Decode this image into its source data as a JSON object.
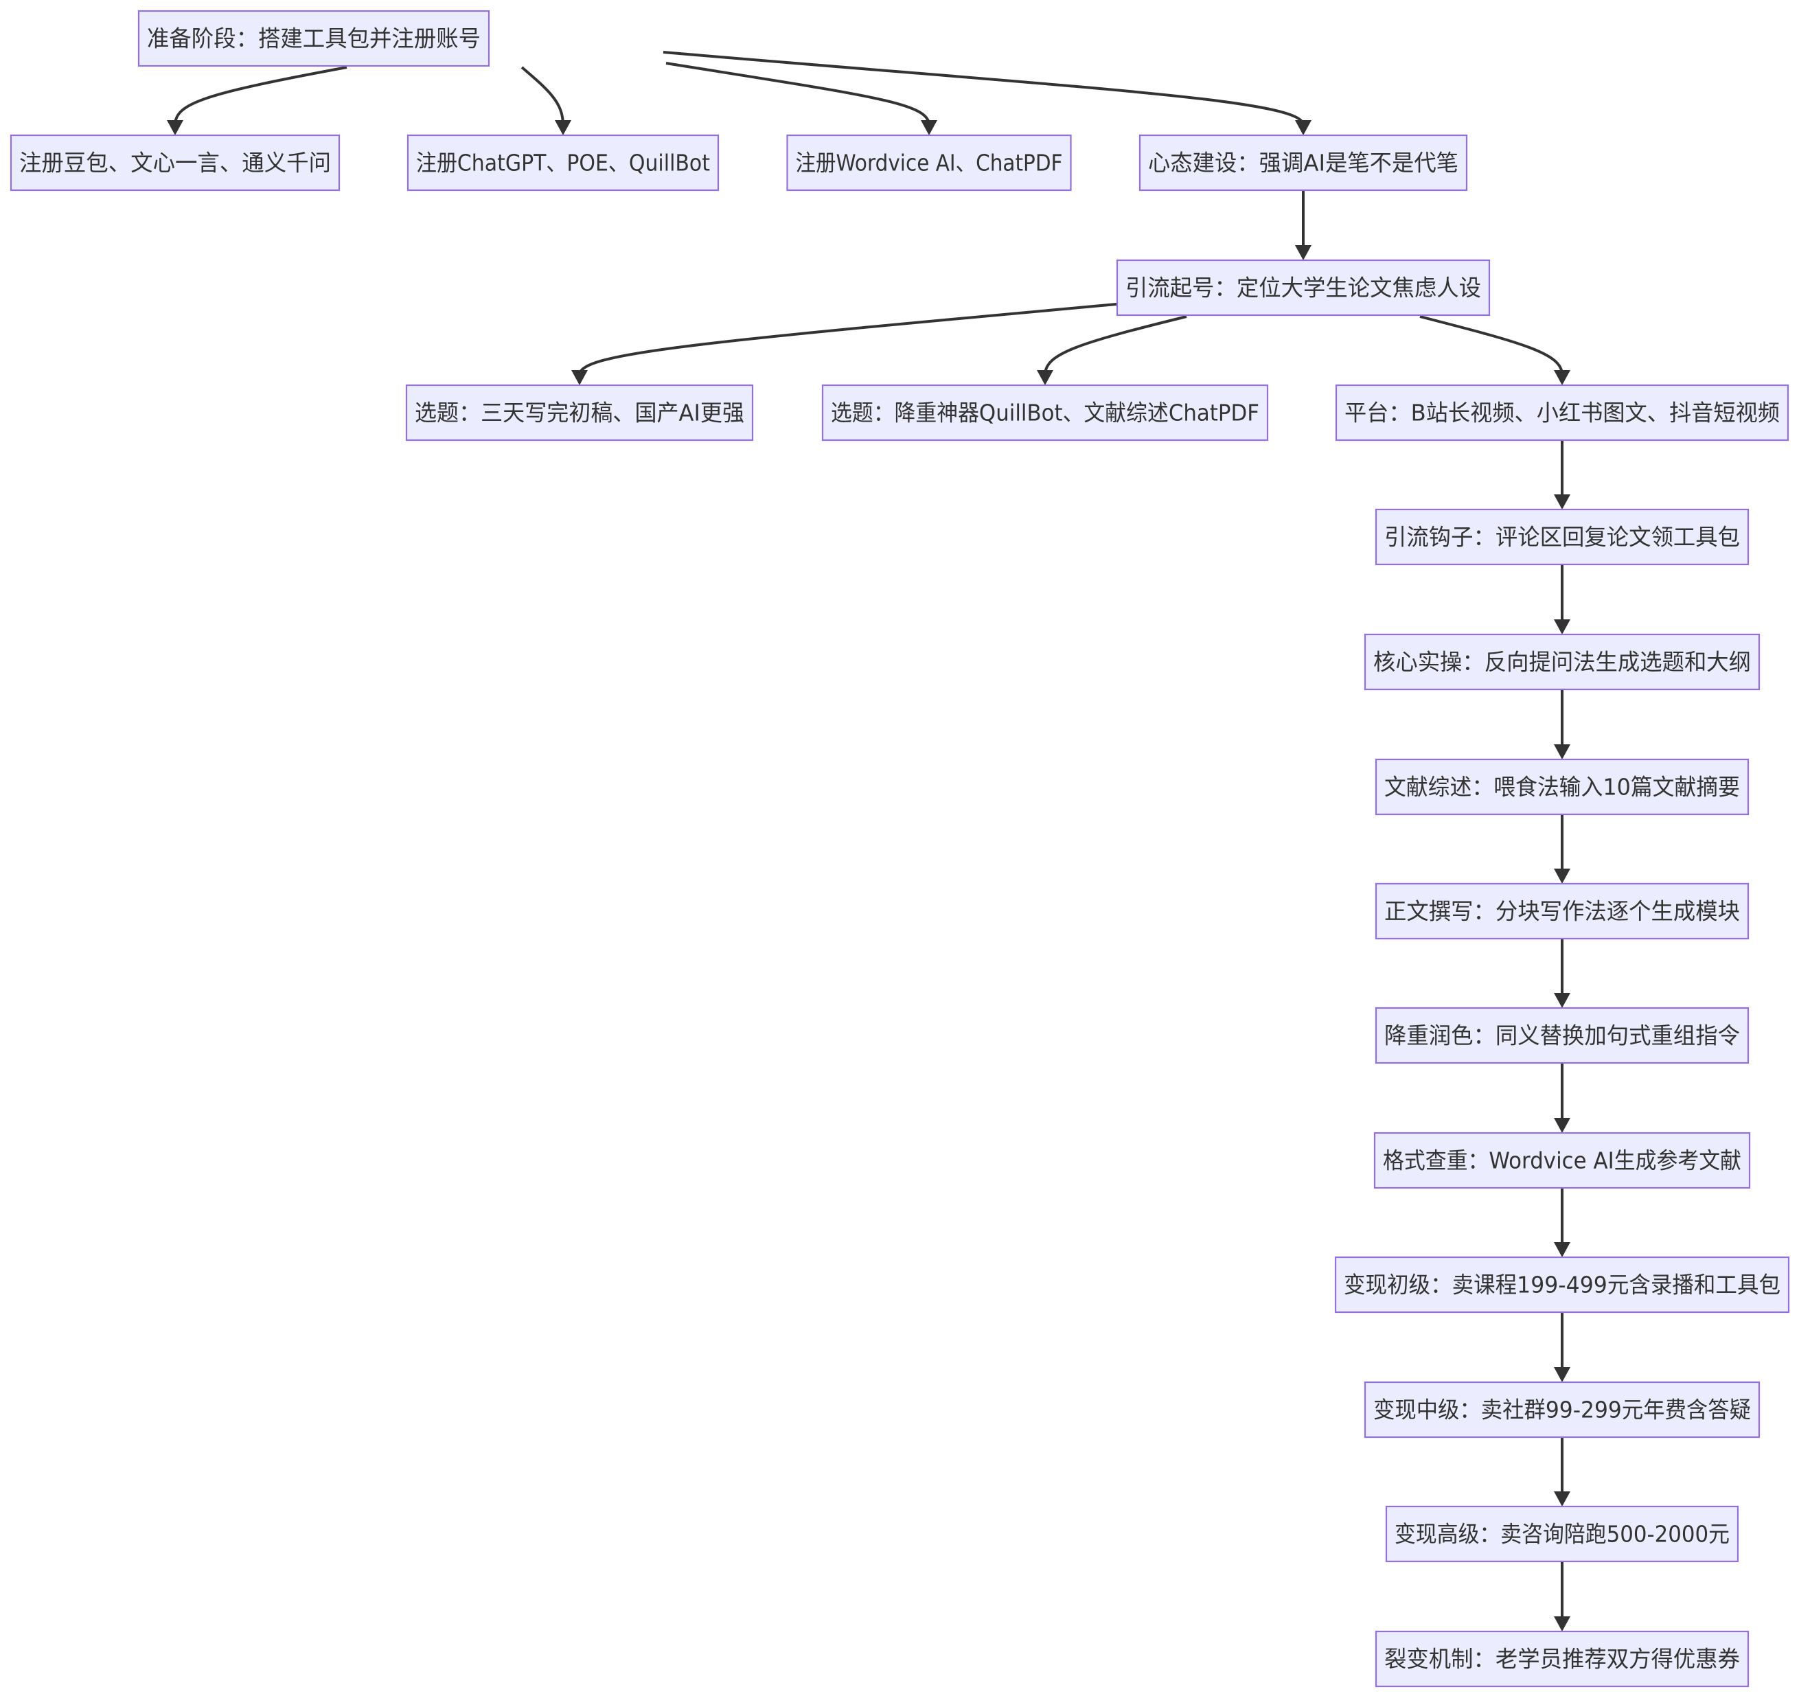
{
  "nodes": [
    {
      "id": "prep",
      "label": "准备阶段：搭建工具包并注册账号"
    },
    {
      "id": "reg1",
      "label": "注册豆包、文心一言、通义千问"
    },
    {
      "id": "reg2",
      "label": "注册ChatGPT、POE、QuillBot"
    },
    {
      "id": "reg3",
      "label": "注册Wordvice AI、ChatPDF"
    },
    {
      "id": "mind",
      "label": "心态建设：强调AI是笔不是代笔"
    },
    {
      "id": "traffic",
      "label": "引流起号：定位大学生论文焦虑人设"
    },
    {
      "id": "topic1",
      "label": "选题：三天写完初稿、国产AI更强"
    },
    {
      "id": "topic2",
      "label": "选题：降重神器QuillBot、文献综述ChatPDF"
    },
    {
      "id": "platform",
      "label": "平台：B站长视频、小红书图文、抖音短视频"
    },
    {
      "id": "hook",
      "label": "引流钩子：评论区回复论文领工具包"
    },
    {
      "id": "core",
      "label": "核心实操：反向提问法生成选题和大纲"
    },
    {
      "id": "review",
      "label": "文献综述：喂食法输入10篇文献摘要"
    },
    {
      "id": "body",
      "label": "正文撰写：分块写作法逐个生成模块"
    },
    {
      "id": "polish",
      "label": "降重润色：同义替换加句式重组指令"
    },
    {
      "id": "format",
      "label": "格式查重：Wordvice AI生成参考文献"
    },
    {
      "id": "m1",
      "label": "变现初级：卖课程199-499元含录播和工具包"
    },
    {
      "id": "m2",
      "label": "变现中级：卖社群99-299元年费含答疑"
    },
    {
      "id": "m3",
      "label": "变现高级：卖咨询陪跑500-2000元"
    },
    {
      "id": "fission",
      "label": "裂变机制：老学员推荐双方得优惠券"
    }
  ],
  "edges": [
    {
      "from": "prep",
      "to": "reg1"
    },
    {
      "from": "prep",
      "to": "reg2"
    },
    {
      "from": "prep",
      "to": "reg3"
    },
    {
      "from": "prep",
      "to": "mind"
    },
    {
      "from": "mind",
      "to": "traffic"
    },
    {
      "from": "traffic",
      "to": "topic1"
    },
    {
      "from": "traffic",
      "to": "topic2"
    },
    {
      "from": "traffic",
      "to": "platform"
    },
    {
      "from": "platform",
      "to": "hook"
    },
    {
      "from": "hook",
      "to": "core"
    },
    {
      "from": "core",
      "to": "review"
    },
    {
      "from": "review",
      "to": "body"
    },
    {
      "from": "body",
      "to": "polish"
    },
    {
      "from": "polish",
      "to": "format"
    },
    {
      "from": "format",
      "to": "m1"
    },
    {
      "from": "m1",
      "to": "m2"
    },
    {
      "from": "m2",
      "to": "m3"
    },
    {
      "from": "m3",
      "to": "fission"
    }
  ]
}
